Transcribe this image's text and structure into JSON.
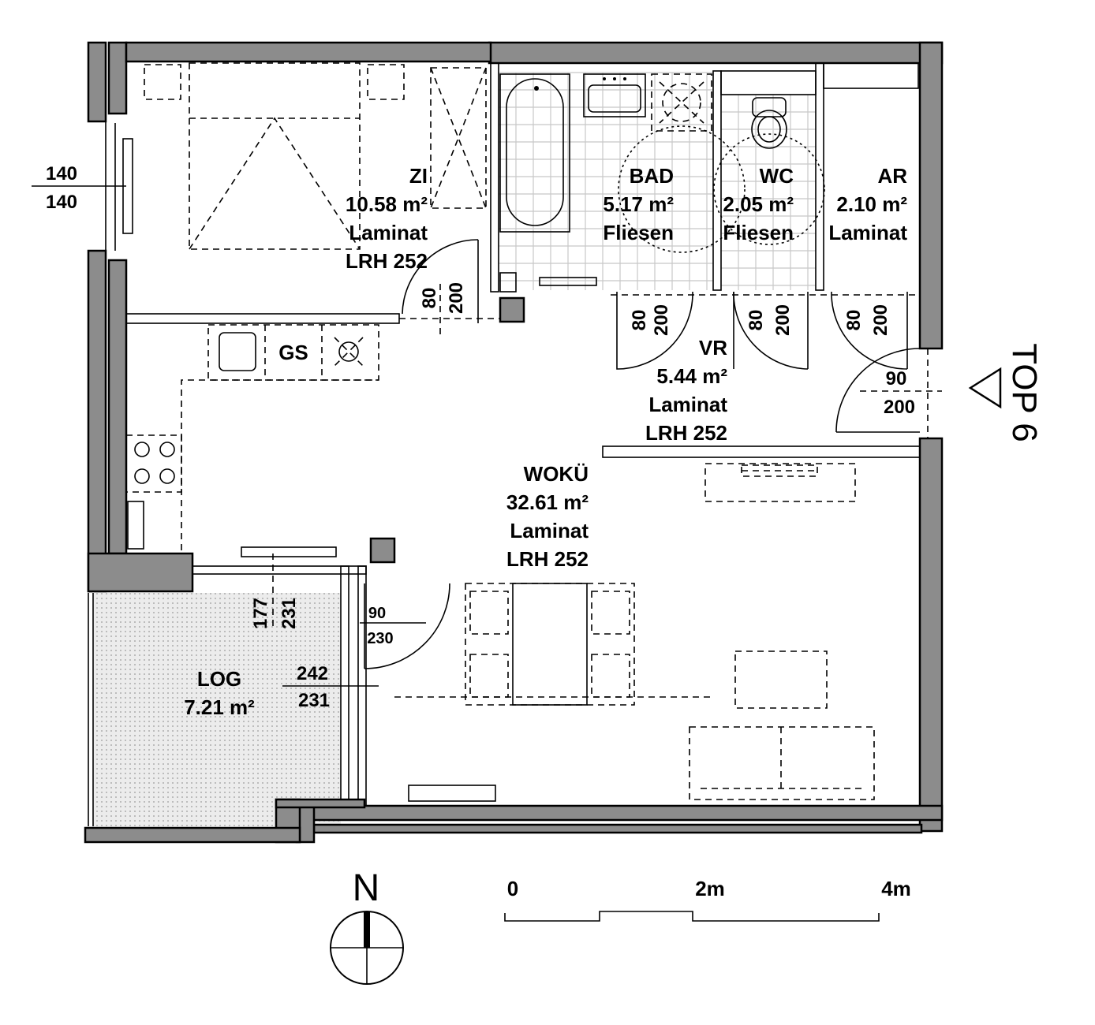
{
  "unit_label": "TOP 6",
  "rooms": {
    "zi": {
      "name": "ZI",
      "area": "10.58  m²",
      "floor": "Laminat",
      "height": "LRH 252"
    },
    "bad": {
      "name": "BAD",
      "area": "5.17  m²",
      "floor": "Fliesen"
    },
    "wc": {
      "name": "WC",
      "area": "2.05  m²",
      "floor": "Fliesen"
    },
    "ar": {
      "name": "AR",
      "area": "2.10  m²",
      "floor": "Laminat"
    },
    "vr": {
      "name": "VR",
      "area": "5.44  m²",
      "floor": "Laminat",
      "height": "LRH 252"
    },
    "woku": {
      "name": "WOKÜ",
      "area": "32.61  m²",
      "floor": "Laminat",
      "height": "LRH 252"
    },
    "log": {
      "name": "LOG",
      "area": "7.21  m²"
    }
  },
  "fixtures": {
    "gs": "GS"
  },
  "dimensions": {
    "window_w": {
      "top": "140",
      "bottom": "140"
    },
    "door_zi": {
      "w": "80",
      "h": "200"
    },
    "door_bad": {
      "w": "80",
      "h": "200"
    },
    "door_wc": {
      "w": "80",
      "h": "200"
    },
    "door_ar": {
      "w": "80",
      "h": "200"
    },
    "door_entry": {
      "w": "90",
      "h": "200"
    },
    "door_log": {
      "w": "90",
      "h": "230"
    },
    "window_log_top": {
      "w": "177",
      "h": "231"
    },
    "window_log_side": {
      "w": "242",
      "h": "231"
    }
  },
  "north": {
    "label": "N"
  },
  "scale": {
    "labels": [
      "0",
      "2m",
      "4m"
    ]
  }
}
